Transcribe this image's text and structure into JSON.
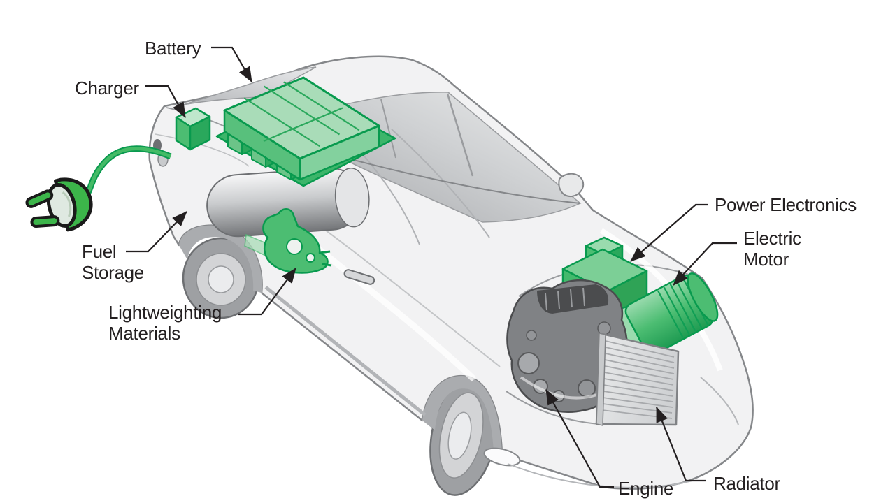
{
  "diagram": {
    "subject": "plug-in-hybrid-vehicle-components-cutaway",
    "background": "#ffffff",
    "labels": {
      "battery": "Battery",
      "charger": "Charger",
      "fuel_storage": {
        "line1": "Fuel",
        "line2": "Storage"
      },
      "lightweighting_materials": {
        "line1": "Lightweighting",
        "line2": "Materials"
      },
      "power_electronics": "Power Electronics",
      "electric_motor": {
        "line1": "Electric",
        "line2": "Motor"
      },
      "engine": "Engine",
      "radiator": "Radiator"
    },
    "colors": {
      "component_green_outline": "#089a4e",
      "component_green_mid": "#4cbd72",
      "component_green_light": "#a9dcb8",
      "cable_green": "#3cb54a",
      "car_body_gray": "#f2f2f3",
      "car_outline_gray": "#85878a",
      "window_gray": "#9fa1a4",
      "engine_gray": "#808285",
      "label_text": "#231f20"
    }
  }
}
